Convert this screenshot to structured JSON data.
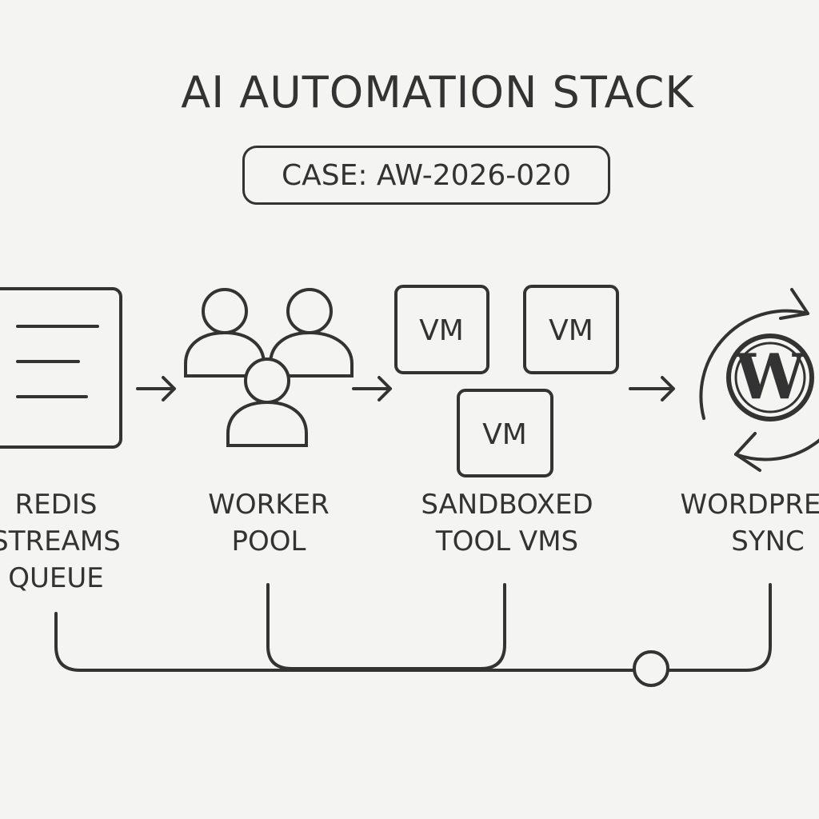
{
  "title": "AI AUTOMATION STACK",
  "case_label": "CASE: AW-2026-020",
  "nodes": [
    {
      "id": "redis",
      "icon": "document-icon",
      "lines": [
        "REDIS",
        "STREAMS",
        "QUEUE"
      ]
    },
    {
      "id": "workers",
      "icon": "people-group-icon",
      "lines": [
        "WORKER",
        "POOL"
      ]
    },
    {
      "id": "vms",
      "icon": "vm-boxes-icon",
      "lines": [
        "SANDBOXED",
        "TOOL VMS"
      ]
    },
    {
      "id": "wordpress",
      "icon": "wordpress-sync-icon",
      "lines": [
        "WORDPRESS",
        "SYNC"
      ]
    }
  ],
  "vm_label": "VM",
  "wordpress_glyph": "W",
  "colors": {
    "stroke": "#333333",
    "background": "#f4f4f3"
  }
}
